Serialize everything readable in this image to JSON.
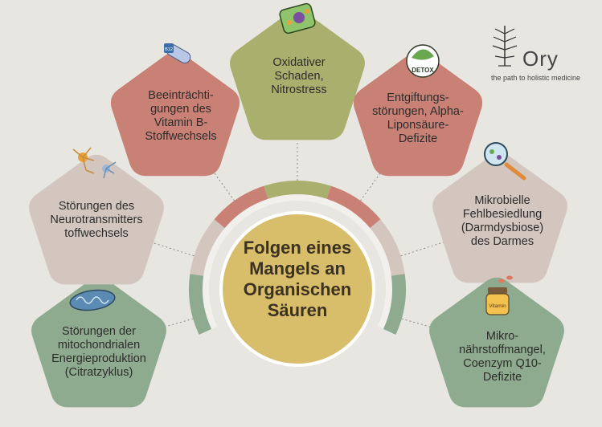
{
  "center": {
    "title": "Folgen eines\nMangels an\nOrganischen\nSäuren"
  },
  "nodes": [
    {
      "key": "oxidativ",
      "label": "Oxidativer\nSchaden,\nNitrostress",
      "color": "#a9b06e",
      "icon": "plant-cell-icon"
    },
    {
      "key": "entgiftung",
      "label": "Entgiftungs-\nstörungen, Alpha-\nLiponsäure-\nDefizite",
      "color": "#c98075",
      "icon": "detox-icon",
      "icon_text": "DETOX"
    },
    {
      "key": "mikrobiell",
      "label": "Mikrobielle\nFehlbesiedlung\n(Darmdysbiose)\ndes Darmes",
      "color": "#d2c6bf",
      "icon": "magnifier-bacteria-icon"
    },
    {
      "key": "mikronaehrstoff",
      "label": "Mikro-\nnährstoffmangel,\nCoenzym Q10-\nDefizite",
      "color": "#8fab8f",
      "icon": "vitamin-jar-icon",
      "icon_text": "Vitamin"
    },
    {
      "key": "mitochondrien",
      "label": "Störungen der\nmitochondrialen\nEnergieproduktion\n(Citratzyklus)",
      "color": "#8fab8f",
      "icon": "mitochondria-icon"
    },
    {
      "key": "neurotransmitter",
      "label": "Störungen des\nNeurotransmitters\ntoffwechsels",
      "color": "#d2c6bf",
      "icon": "neuron-icon"
    },
    {
      "key": "vitaminb",
      "label": "Beeinträchti-\ngungen des\nVitamin B-\nStoffwechsels",
      "color": "#c98075",
      "icon": "vitamin-b12-pill-icon",
      "icon_text": "B12"
    }
  ],
  "logo": {
    "name": "Ory",
    "tagline": "the path to holistic medicine"
  },
  "colors": {
    "background": "#e8e6e1",
    "center": "#d8bd6a",
    "ring_inner": "#f2f0ec",
    "connector": "#8a8a8a"
  }
}
